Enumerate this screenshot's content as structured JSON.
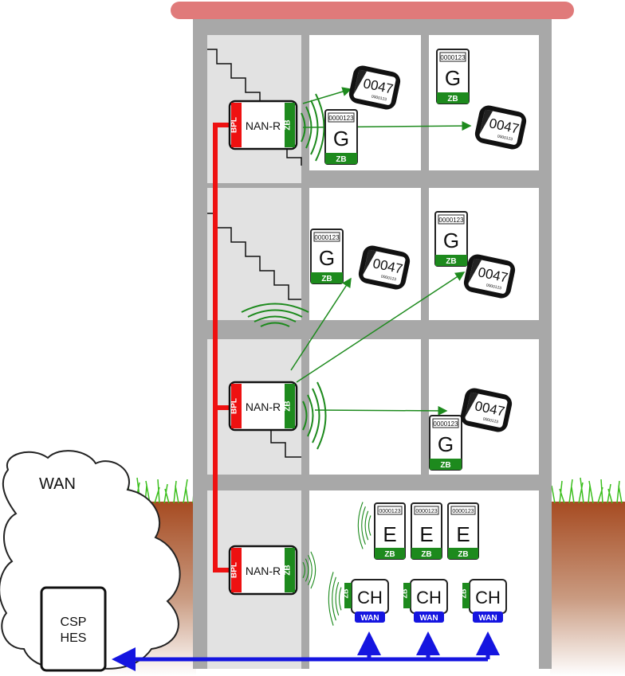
{
  "cloud": {
    "label": "WAN"
  },
  "hes": {
    "line1": "CSP",
    "line2": "HES"
  },
  "nan": {
    "label": "NAN-R",
    "bpl": "BPL",
    "zb": "ZB"
  },
  "gas_meter": {
    "letter": "G",
    "digits": "0000123",
    "zb": "ZB"
  },
  "elec_meter": {
    "letter": "E",
    "digits": "0000123",
    "zb": "ZB"
  },
  "water_meter": {
    "reading": "0047",
    "serial": "0000123"
  },
  "hub": {
    "label": "CH",
    "wan": "WAN",
    "zb": "ZB"
  },
  "colors": {
    "roof": "#e07a7a",
    "frame": "#a8a8a8",
    "stairwell": "#e2e2e2",
    "bpl_line": "#ee1111",
    "zigbee": "#1d8a1d",
    "wan_line": "#1515e0",
    "soil": "#9b4a22",
    "grass": "#3cbf1e"
  }
}
